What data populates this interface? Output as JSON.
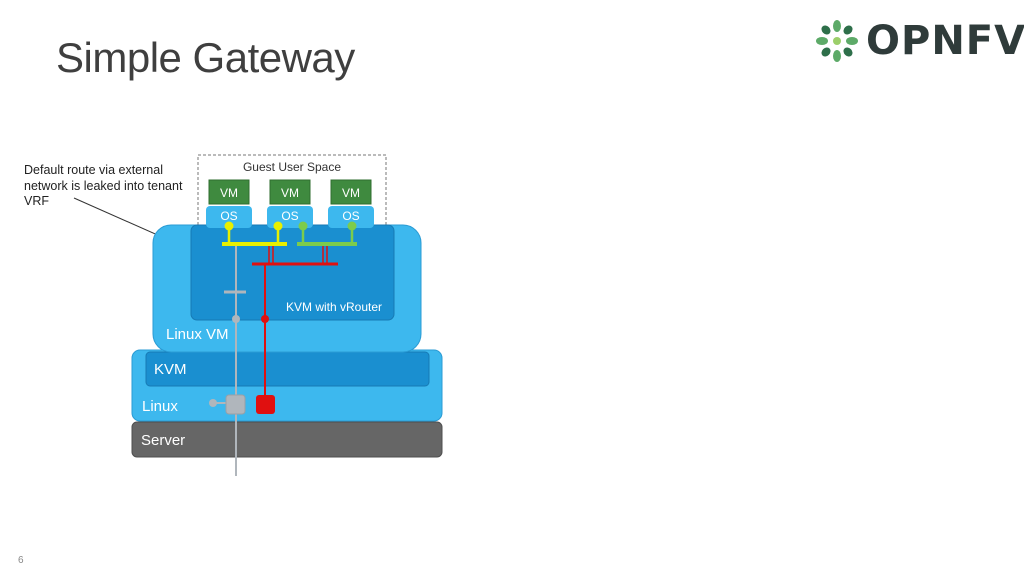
{
  "title": "Simple Gateway",
  "logo": {
    "text": "OPNFV",
    "icon": "flower-icon"
  },
  "annotation": "Default route via external network is leaked into tenant VRF",
  "diagram": {
    "guest_user_space": "Guest User Space",
    "vms": [
      {
        "vm": "VM",
        "os": "OS"
      },
      {
        "vm": "VM",
        "os": "OS"
      },
      {
        "vm": "VM",
        "os": "OS"
      }
    ],
    "kvm_vrouter": "KVM with vRouter",
    "linux_vm": "Linux VM",
    "kvm": "KVM",
    "linux": "Linux",
    "server": "Server"
  },
  "colors": {
    "light_blue": "#3db8ee",
    "mid_blue": "#1a8fd0",
    "vm_green": "#3f8a3f",
    "server_gray": "#666666",
    "yellow": "#e8f000",
    "light_green": "#7ccc4c",
    "red": "#e01010",
    "gray_line": "#b0b6bc"
  },
  "page_number": "6"
}
